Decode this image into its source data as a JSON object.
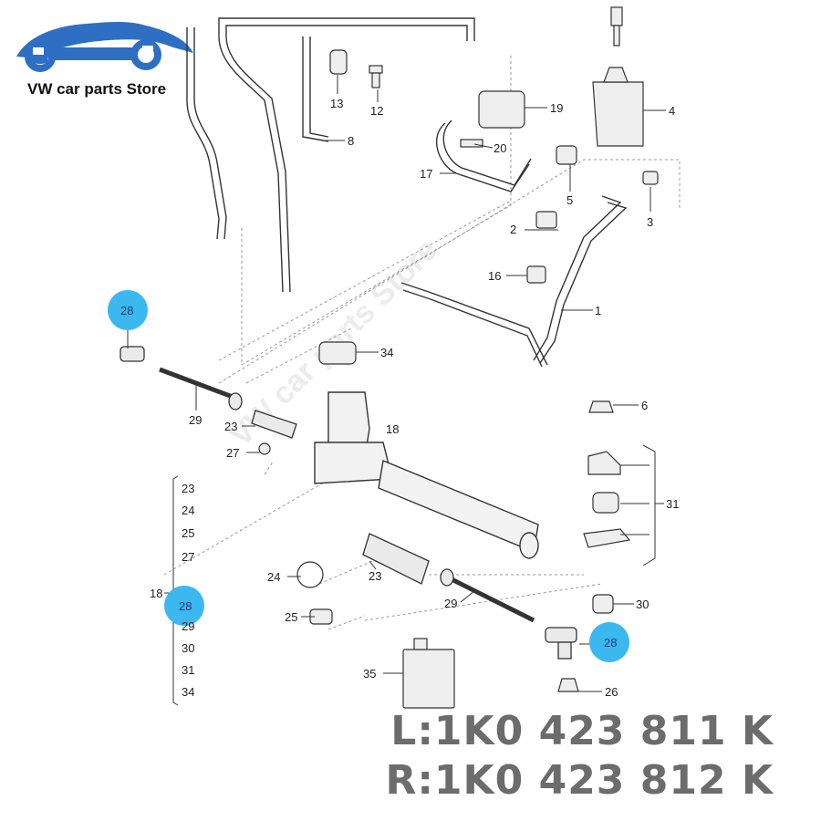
{
  "store": {
    "name": "VW car parts Store",
    "watermark": "VW car parts Store",
    "logo_color": "#2e6fc4"
  },
  "callouts": [
    {
      "label": "1"
    },
    {
      "label": "2"
    },
    {
      "label": "3"
    },
    {
      "label": "4"
    },
    {
      "label": "5"
    },
    {
      "label": "6"
    },
    {
      "label": "8"
    },
    {
      "label": "12"
    },
    {
      "label": "13"
    },
    {
      "label": "16"
    },
    {
      "label": "17"
    },
    {
      "label": "18"
    },
    {
      "label": "19"
    },
    {
      "label": "20"
    },
    {
      "label": "23"
    },
    {
      "label": "23"
    },
    {
      "label": "24"
    },
    {
      "label": "25"
    },
    {
      "label": "26"
    },
    {
      "label": "27"
    },
    {
      "label": "29"
    },
    {
      "label": "29"
    },
    {
      "label": "30"
    },
    {
      "label": "31"
    },
    {
      "label": "34"
    },
    {
      "label": "35"
    }
  ],
  "highlights": [
    {
      "label": "28",
      "color": "#3cb8f0"
    },
    {
      "label": "28",
      "color": "#3cb8f0"
    },
    {
      "label": "28",
      "color": "#3cb8f0"
    }
  ],
  "kit_list": {
    "group_label": "18",
    "items": [
      "23",
      "24",
      "25",
      "27",
      "28",
      "29",
      "30",
      "31",
      "34"
    ]
  },
  "part_numbers": {
    "left": "L:1K0 423 811 K",
    "right": "R:1K0 423 812 K"
  }
}
